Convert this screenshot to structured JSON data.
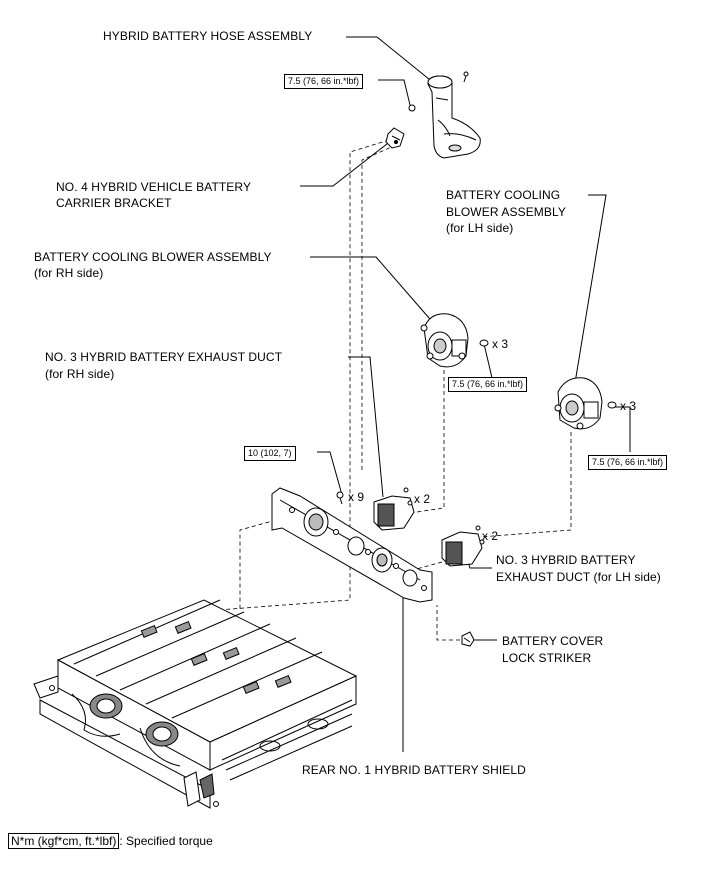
{
  "labels": {
    "hose_assembly": "HYBRID BATTERY HOSE ASSEMBLY",
    "carrier_bracket_1": "NO. 4 HYBRID VEHICLE BATTERY",
    "carrier_bracket_2": "CARRIER BRACKET",
    "blower_lh_1": "BATTERY COOLING",
    "blower_lh_2": "BLOWER ASSEMBLY",
    "blower_lh_3": "(for LH side)",
    "blower_rh_1": "BATTERY COOLING BLOWER ASSEMBLY",
    "blower_rh_2": "(for RH side)",
    "exhaust_rh_1": "NO. 3 HYBRID BATTERY EXHAUST DUCT",
    "exhaust_rh_2": "(for RH side)",
    "exhaust_lh_1": "NO. 3 HYBRID BATTERY",
    "exhaust_lh_2": "EXHAUST DUCT (for LH side)",
    "striker_1": "BATTERY COVER",
    "striker_2": "LOCK STRIKER",
    "shield": "REAR NO. 1 HYBRID BATTERY SHIELD"
  },
  "torques": {
    "hose": "7.5 (76, 66 in.*lbf)",
    "blower_rh": "7.5 (76, 66 in.*lbf)",
    "blower_lh": "7.5 (76, 66 in.*lbf)",
    "shield": "10 (102, 7)"
  },
  "quantities": {
    "blower_rh": "x 3",
    "blower_lh": "x 3",
    "shield_bolts": "x 9",
    "exhaust_rh": "x 2",
    "exhaust_lh": "x 2"
  },
  "legend": {
    "unit_box": "N*m (kgf*cm, ft.*lbf)",
    "description": ": Specified torque"
  }
}
